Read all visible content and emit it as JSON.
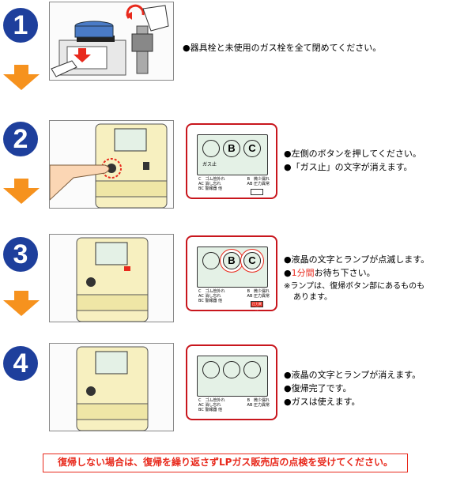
{
  "steps": [
    {
      "number": "1",
      "lines": [
        "●器具栓と未使用のガス栓を全て閉めてください。"
      ]
    },
    {
      "number": "2",
      "lines": [
        "●左側のボタンを押してください。",
        "●「ガス止」の文字が消えます。"
      ]
    },
    {
      "number": "3",
      "lines": [
        "●液晶の文字とランプが点滅します。"
      ],
      "wait_prefix": "●",
      "wait_red": "1分間",
      "wait_rest": "お待ち下さい。",
      "note_line1": "※ランプは、復帰ボタン部にあるものも",
      "note_line2": "あります。"
    },
    {
      "number": "4",
      "lines": [
        "●液晶の文字とランプが消えます。",
        "●復帰完了です。",
        "●ガスは使えます。"
      ]
    }
  ],
  "lcd": {
    "b": "B",
    "c": "C",
    "gas_stop": "ガス止"
  },
  "legend": {
    "r1a": "C　ゴム管外れ",
    "r1b": "B　微少漏れ",
    "r2a": "AC 消し忘れ",
    "r2b": "AB 圧力異常",
    "r3a": "BC 警報器 他"
  },
  "lamp_label": "圧力異常",
  "footer": "復帰しない場合は、復帰を繰り返さずLPガス販売店の点検を受けてください。",
  "colors": {
    "badge": "#1e3f9c",
    "arrow": "#f6921e",
    "red": "#e8291c",
    "lcd": "#e4f1e6"
  }
}
